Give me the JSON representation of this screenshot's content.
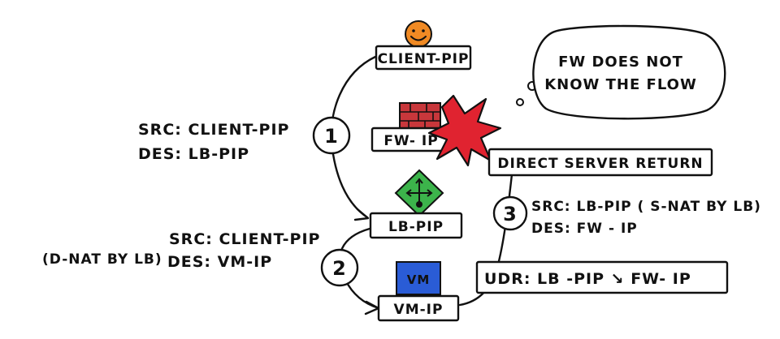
{
  "nodes": {
    "client": "CLIENT-PIP",
    "fw": "FW- IP",
    "lb": "LB-PIP",
    "vm_label": "VM",
    "vm": "VM-IP"
  },
  "thought": {
    "line1": "FW DOES NOT",
    "line2": "KNOW THE FLOW"
  },
  "dsr": "DIRECT SERVER RETURN",
  "step1": {
    "number": "1",
    "src": "SRC: CLIENT-PIP",
    "des": "DES: LB-PIP"
  },
  "step2": {
    "number": "2",
    "src": "SRC: CLIENT-PIP",
    "des": "DES: VM-IP",
    "note": "(D-NAT BY LB)"
  },
  "step3": {
    "number": "3",
    "src": "SRC: LB-PIP ( S-NAT BY LB)",
    "des": "DES: FW - IP"
  },
  "udr": "UDR: LB -PIP ↘ FW- IP",
  "colors": {
    "client_face": "#F08A24",
    "firewall_brick": "#C8373B",
    "explosion": "#E02330",
    "lb_diamond": "#3CB44B",
    "vm_box": "#2A5CD6",
    "ink": "#111111"
  },
  "icons": {
    "client": "smiley-face-icon",
    "firewall": "brick-wall-icon",
    "explosion": "explosion-icon",
    "load_balancer": "load-balancer-arrows-icon",
    "vm": "virtual-machine-icon"
  }
}
